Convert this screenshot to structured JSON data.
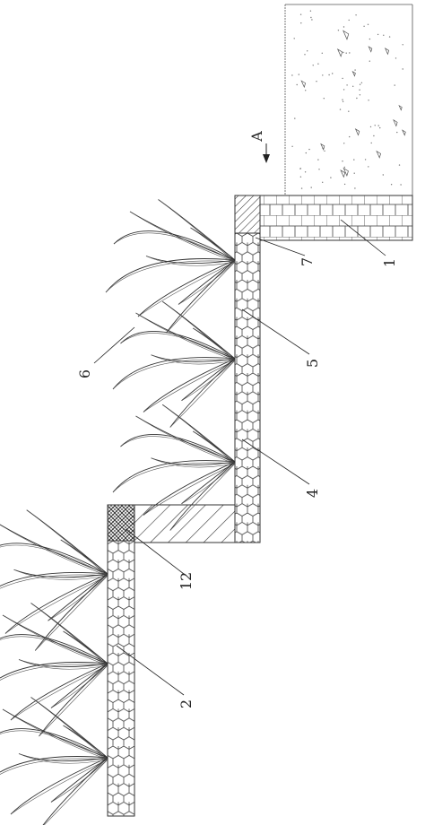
{
  "figure": {
    "direction_label": "A",
    "callouts": [
      "1",
      "2",
      "4",
      "5",
      "6",
      "7",
      "12"
    ]
  },
  "colors": {
    "line": "#333333",
    "background": "#ffffff"
  }
}
